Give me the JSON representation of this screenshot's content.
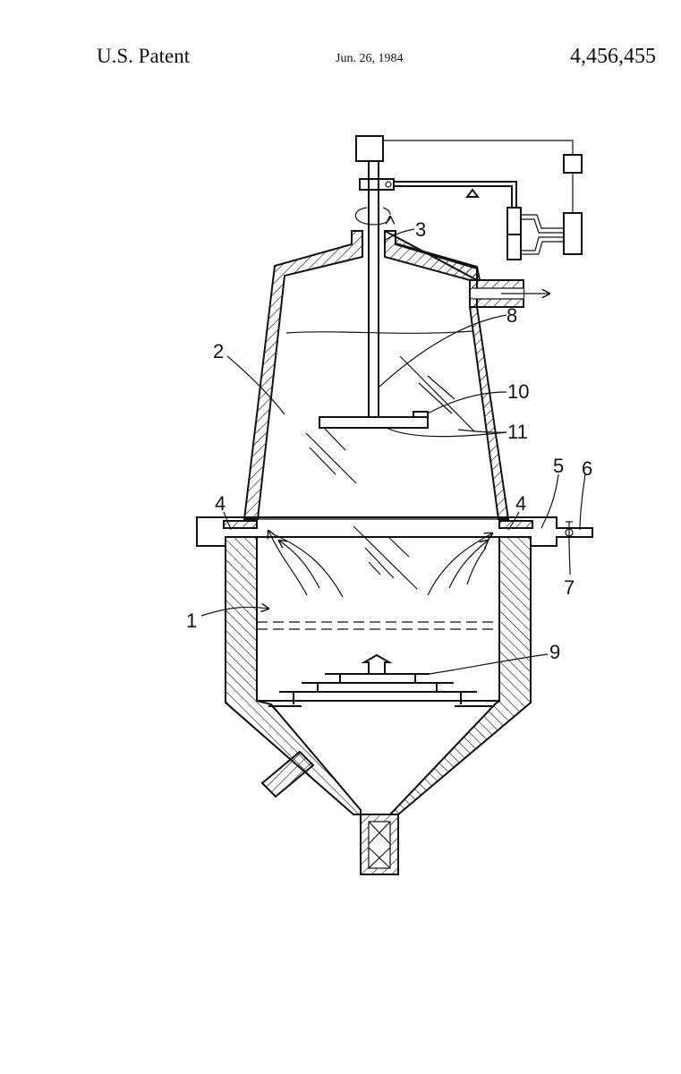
{
  "header": {
    "left": "U.S. Patent",
    "date": "Jun. 26, 1984",
    "number": "4,456,455"
  },
  "labels": {
    "l1": "1",
    "l2": "2",
    "l3": "3",
    "l4a": "4",
    "l4b": "4",
    "l5": "5",
    "l6": "6",
    "l7": "7",
    "l8": "8",
    "l9": "9",
    "l10": "10",
    "l11": "11"
  }
}
